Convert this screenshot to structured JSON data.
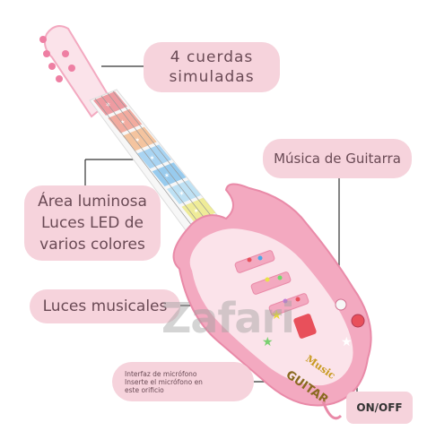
{
  "labels": {
    "strings": "4 cuerdas\nsimuladas",
    "music": "Música de Guitarra",
    "area": "Área luminosa\nLuces LED de\nvarios colores",
    "lights": "Luces musicales",
    "mic": "Interfaz de micrófono\nInserte el micrófono en\neste orificio",
    "onoff": "ON/OFF"
  },
  "guitar": {
    "body_text": "GUITAR",
    "body_text_2": "Music"
  },
  "watermark": "Zafari",
  "colors": {
    "label_bg": "#f6d3dc",
    "guitar_pink": "#f3a9c0",
    "guitar_light": "#fbe3ea",
    "fret_red": "#e8505b",
    "fret_orange": "#f29b57",
    "fret_blue": "#4aa8e8",
    "fret_yellow": "#e9e34a",
    "fret_green": "#72d86a",
    "fret_purple": "#c07ad8",
    "line": "#333333"
  },
  "fretboard_colors": [
    "#e8505b",
    "#ee6e58",
    "#f29b57",
    "#6ab8ee",
    "#4aa8e8",
    "#8fd0f2",
    "#e9e34a",
    "#a6e36a",
    "#72d86a",
    "#c07ad8"
  ]
}
